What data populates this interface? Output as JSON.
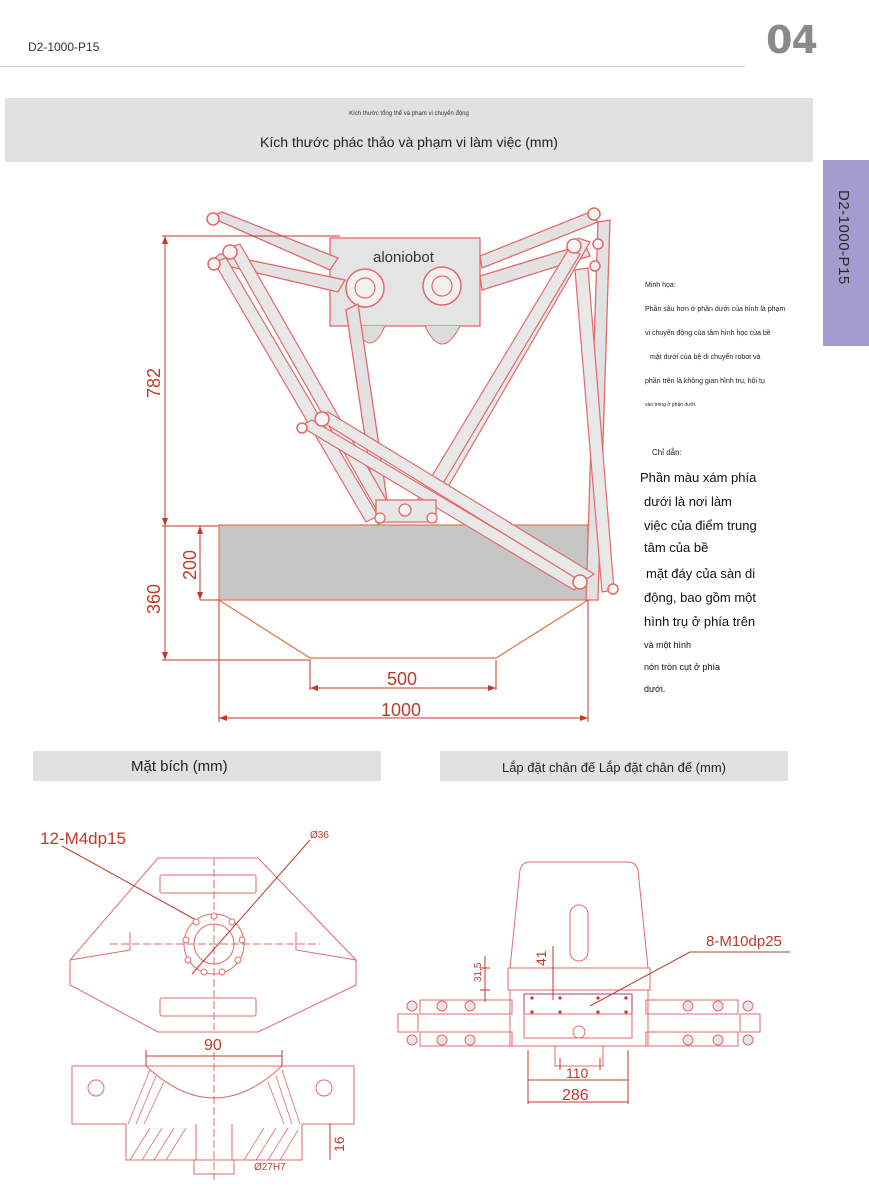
{
  "header": {
    "model": "D2-1000-P15",
    "page_number": "04"
  },
  "side_tab": {
    "label": "D2-1000-P15"
  },
  "sections": {
    "top": {
      "subtitle_small": "Kích thước tổng thể và phạm vi chuyển động",
      "title": "Kích thước phác thảo và phạm vi làm việc (mm)"
    },
    "flange": {
      "title": "Mặt bích (mm)"
    },
    "base": {
      "title": "Lắp đặt chân đế Lắp đặt chân đế (mm)"
    }
  },
  "robot_drawing": {
    "brand": "aloniobot",
    "dimensions": {
      "total_height": "782",
      "workspace_cylinder": "200",
      "workspace_total": "360",
      "bottom_width": "500",
      "top_width": "1000"
    }
  },
  "illustration_note": {
    "title": "Minh họa:",
    "lines": [
      "Phần sâu hơn ở phần dưới của hình là phạm",
      "vi chuyển động của tâm hình học của bề",
      "mặt dưới của bệ di chuyển robot và",
      "phần trên là không gian hình trụ, hội tụ",
      "vào trong ở phần dưới."
    ]
  },
  "guide_note": {
    "title": "Chỉ dẫn:",
    "lines": [
      "Phần màu xám phía",
      "dưới là nơi làm",
      "việc của điểm trung",
      "tâm của bề",
      "mặt đáy của sàn di",
      "động, bao gồm một",
      "hình trụ ở phía trên",
      "và một hình",
      "nón tròn cụt ở phía",
      "dưới."
    ]
  },
  "flange_drawing": {
    "thread": "12-M4dp15",
    "diameter_36": "Ø36",
    "width": "90",
    "depth": "16",
    "bore": "Ø27H7"
  },
  "base_drawing": {
    "thread": "8-M10dp25",
    "dim_41": "41",
    "dim_31_5": "31,5",
    "dim_110": "110",
    "dim_286": "286"
  }
}
